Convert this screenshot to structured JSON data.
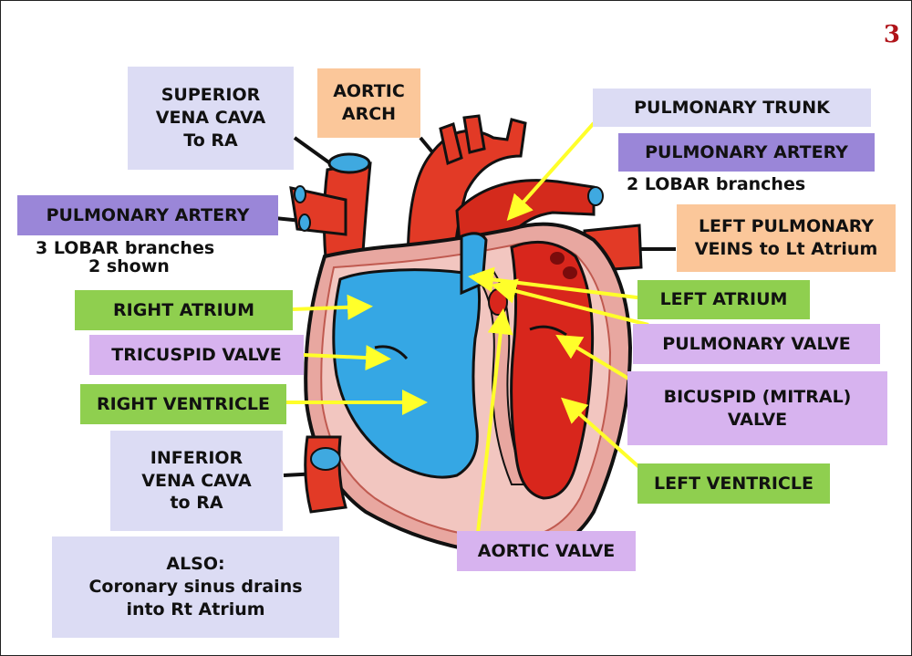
{
  "page_number": "3",
  "colors": {
    "lavender": "#dcdcf4",
    "purple": "#9a86d8",
    "orange": "#fbc79a",
    "green": "#8fcf4f",
    "violet": "#d7b3ef",
    "arrow_yellow": "#ffff2a",
    "page_number_red": "#b0141a"
  },
  "labels": {
    "superior_vena_cava": [
      "SUPERIOR",
      "VENA CAVA",
      "To RA"
    ],
    "aortic_arch": [
      "AORTIC",
      "ARCH"
    ],
    "pulmonary_trunk": "PULMONARY TRUNK",
    "pulmonary_artery_left": "PULMONARY ARTERY",
    "pulmonary_artery_left_note": "2 LOBAR branches",
    "pulmonary_artery_right": "PULMONARY ARTERY",
    "pulmonary_artery_right_note1": "3 LOBAR branches",
    "pulmonary_artery_right_note2": "2 shown",
    "left_pulmonary_veins": [
      "LEFT PULMONARY",
      "VEINS to Lt Atrium"
    ],
    "right_atrium": "RIGHT ATRIUM",
    "left_atrium": "LEFT ATRIUM",
    "tricuspid_valve": "TRICUSPID VALVE",
    "pulmonary_valve": "PULMONARY VALVE",
    "right_ventricle": "RIGHT VENTRICLE",
    "bicuspid_valve": [
      "BICUSPID (MITRAL)",
      "VALVE"
    ],
    "inferior_vena_cava": [
      "INFERIOR",
      "VENA CAVA",
      "to RA"
    ],
    "left_ventricle": "LEFT VENTRICLE",
    "aortic_valve": "AORTIC VALVE",
    "also_note": [
      "ALSO:",
      "Coronary sinus drains",
      "into Rt Atrium"
    ]
  }
}
